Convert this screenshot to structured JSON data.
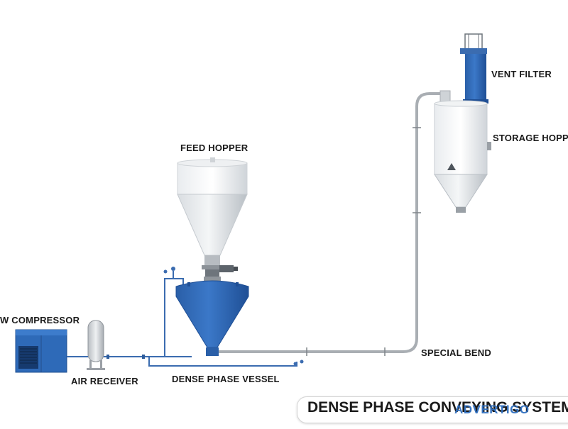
{
  "labels": {
    "compressor": "W COMPRESSOR",
    "air_receiver": "AIR RECEIVER",
    "feed_hopper": "FEED HOPPER",
    "dense_phase_vessel": "DENSE PHASE VESSEL",
    "special_bend": "SPECIAL BEND",
    "vent_filter": "VENT FILTER",
    "storage_hopper": "STORAGE HOPPE"
  },
  "title": "DENSE PHASE CONVEYING SYSTEM",
  "watermark": "ADVERTIGO",
  "colors": {
    "equipment_blue": "#2e6ab8",
    "equipment_dark_blue": "#1f4f95",
    "steel": "#c9ced3",
    "pipe": "#a9aeb3",
    "air_line": "#3b6cb0"
  }
}
